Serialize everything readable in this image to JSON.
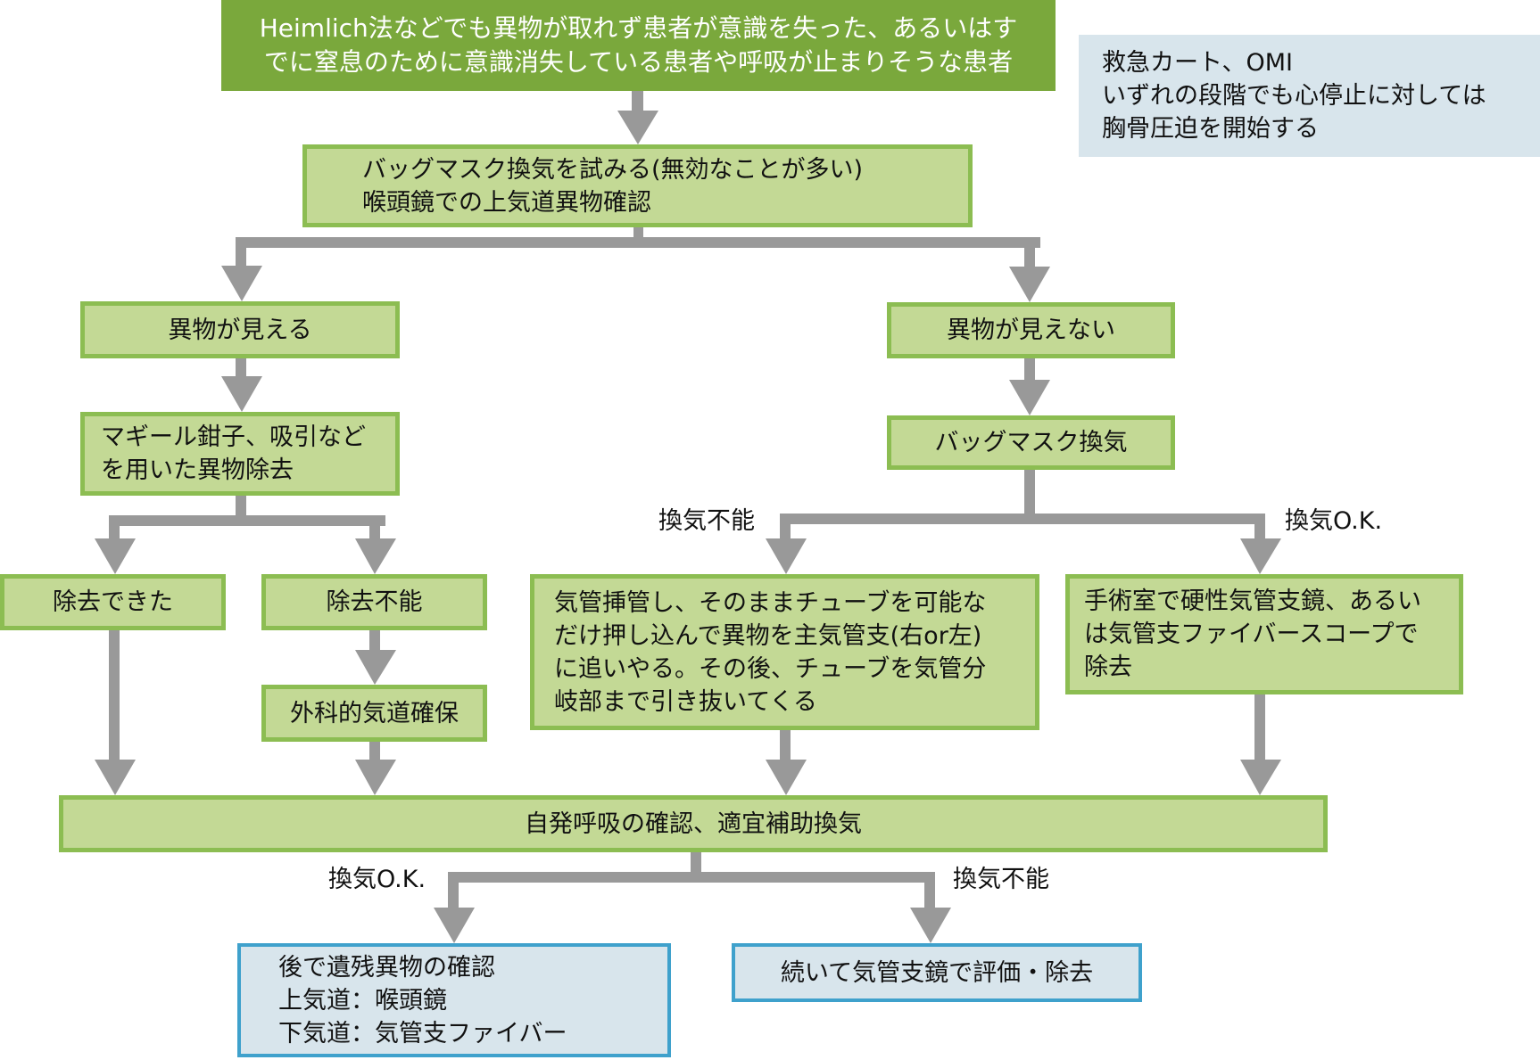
{
  "colors": {
    "header_fill": "#7aa83c",
    "node_fill": "#c3d995",
    "node_border": "#8cbd52",
    "outcome_fill": "#d8e5ec",
    "outcome_border": "#3fa1cc",
    "info_fill": "#d8e5ec",
    "arrow": "#999999"
  },
  "start": {
    "lines": [
      "Heimlich法などでも異物が取れず患者が意識を失った、あるいはす",
      "でに窒息のために意識消失している患者や呼吸が止まりそうな患者"
    ]
  },
  "info_note": {
    "lines": [
      "救急カート、OMI",
      "いずれの段階でも心停止に対しては",
      "胸骨圧迫を開始する"
    ]
  },
  "step_bag_mask_trial": {
    "lines": [
      "バッグマスク換気を試みる(無効なことが多い)",
      "喉頭鏡での上気道異物確認"
    ]
  },
  "left_branch": {
    "visible": "異物が見える",
    "removal": [
      "マギール鉗子、吸引など",
      "を用いた異物除去"
    ],
    "removed": "除去できた",
    "not_removed": "除去不能",
    "surgical_airway": "外科的気道確保"
  },
  "right_branch": {
    "not_visible": "異物が見えない",
    "bag_mask": "バッグマスク換気",
    "label_fail": "換気不能",
    "label_ok": "換気O.K.",
    "intubation": [
      "気管挿管し、そのままチューブを可能な",
      "だけ押し込んで異物を主気管支(右or左)",
      "に追いやる。その後、チューブを気管分",
      "岐部まで引き抜いてくる"
    ],
    "bronchoscopy": [
      "手術室で硬性気管支鏡、あるい",
      "は気管支ファイバースコープで",
      "除去"
    ]
  },
  "confirm": "自発呼吸の確認、適宜補助換気",
  "outcomes": {
    "label_ok": "換気O.K.",
    "label_fail": "換気不能",
    "ok": [
      "後で遺残異物の確認",
      "上気道：喉頭鏡",
      "下気道：気管支ファイバー"
    ],
    "fail": "続いて気管支鏡で評価・除去"
  }
}
